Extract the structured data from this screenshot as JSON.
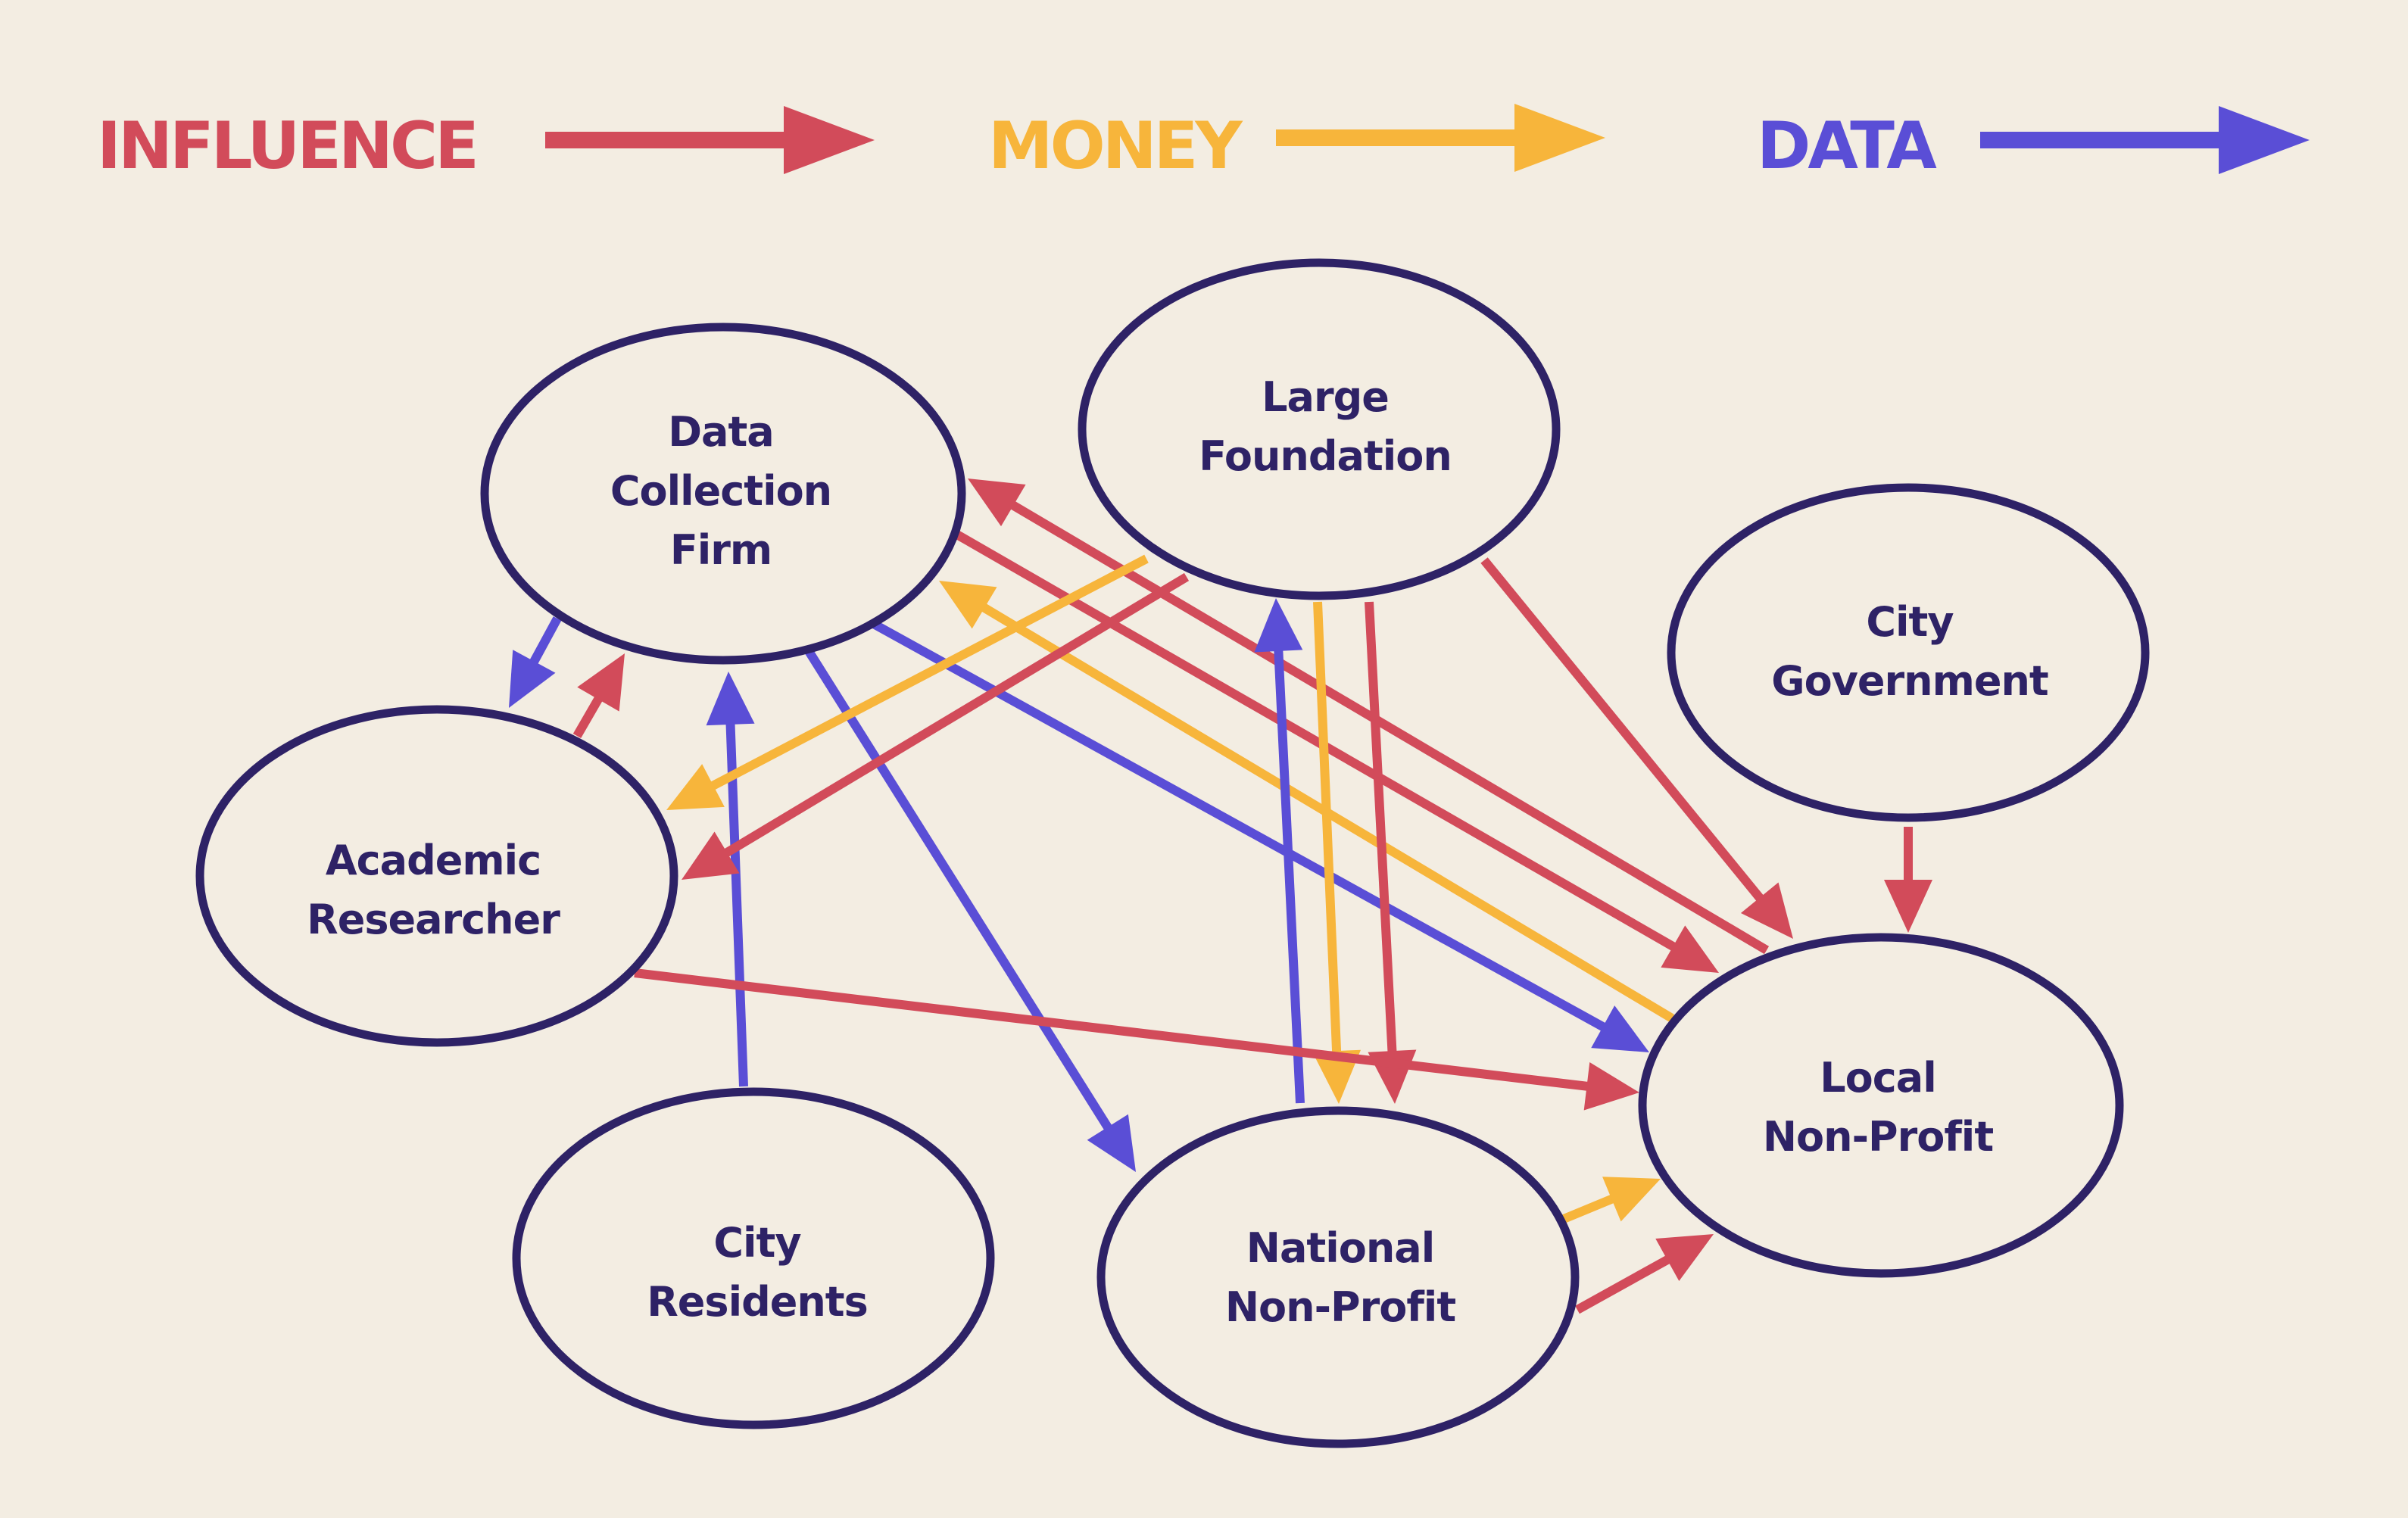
{
  "colors": {
    "background": "#f3ede2",
    "influence": "#d24b5a",
    "money": "#f7b53b",
    "data": "#5a4ed6",
    "node_stroke": "#2e2266",
    "node_text": "#2e2266"
  },
  "legend": {
    "influence": "INFLUENCE",
    "money": "MONEY",
    "data": "DATA"
  },
  "nodes": {
    "data_collection_firm": {
      "line1": "Data",
      "line2": "Collection",
      "line3": "Firm"
    },
    "large_foundation": {
      "line1": "Large",
      "line2": "Foundation"
    },
    "city_government": {
      "line1": "City",
      "line2": "Government"
    },
    "academic_researcher": {
      "line1": "Academic",
      "line2": "Researcher"
    },
    "local_non_profit": {
      "line1": "Local",
      "line2": "Non-Profit"
    },
    "city_residents": {
      "line1": "City",
      "line2": "Residents"
    },
    "national_non_profit": {
      "line1": "National",
      "line2": "Non-Profit"
    }
  },
  "edges": [
    {
      "from": "data_collection_firm",
      "to": "academic_researcher",
      "type": "data"
    },
    {
      "from": "academic_researcher",
      "to": "data_collection_firm",
      "type": "influence"
    },
    {
      "from": "city_residents",
      "to": "data_collection_firm",
      "type": "data"
    },
    {
      "from": "data_collection_firm",
      "to": "national_non_profit",
      "type": "data"
    },
    {
      "from": "data_collection_firm",
      "to": "local_non_profit",
      "type": "data"
    },
    {
      "from": "data_collection_firm",
      "to": "local_non_profit",
      "type": "influence"
    },
    {
      "from": "local_non_profit",
      "to": "data_collection_firm",
      "type": "influence"
    },
    {
      "from": "local_non_profit",
      "to": "data_collection_firm",
      "type": "money"
    },
    {
      "from": "large_foundation",
      "to": "academic_researcher",
      "type": "money"
    },
    {
      "from": "large_foundation",
      "to": "academic_researcher",
      "type": "influence"
    },
    {
      "from": "large_foundation",
      "to": "national_non_profit",
      "type": "money"
    },
    {
      "from": "large_foundation",
      "to": "national_non_profit",
      "type": "influence"
    },
    {
      "from": "national_non_profit",
      "to": "large_foundation",
      "type": "data"
    },
    {
      "from": "large_foundation",
      "to": "local_non_profit",
      "type": "influence"
    },
    {
      "from": "city_government",
      "to": "local_non_profit",
      "type": "influence"
    },
    {
      "from": "academic_researcher",
      "to": "local_non_profit",
      "type": "influence"
    },
    {
      "from": "national_non_profit",
      "to": "local_non_profit",
      "type": "money"
    },
    {
      "from": "national_non_profit",
      "to": "local_non_profit",
      "type": "influence"
    }
  ]
}
